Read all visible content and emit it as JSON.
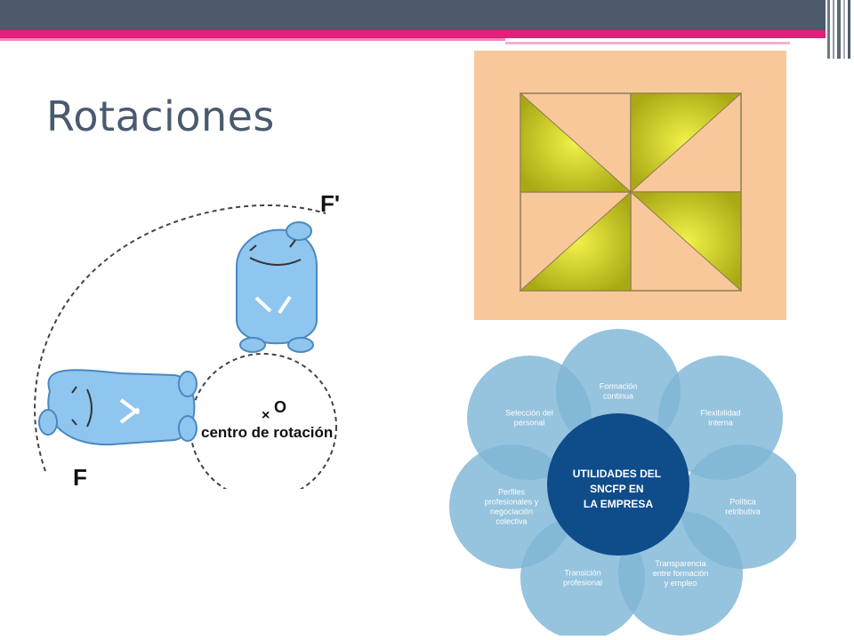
{
  "slide": {
    "title": "Rotaciones"
  },
  "rotation_figure": {
    "label_original": "F",
    "label_rotated": "F'",
    "center_mark": "×",
    "center_point": "O",
    "center_label": "centro de rotación"
  },
  "pinwheel_figure": {
    "background_color": "#f9c89a",
    "triangle_color": "#c9c91e"
  },
  "flower_diagram": {
    "center": [
      "UTILIDADES DEL",
      "SNCFP EN",
      "LA EMPRESA"
    ],
    "petals": [
      [
        "Formación",
        "continua"
      ],
      [
        "Flexibilidad",
        "interna"
      ],
      [
        "Política",
        "retributiva"
      ],
      [
        "Transparencia",
        "entre formación",
        "y empleo"
      ],
      [
        "Transición",
        "profesional"
      ],
      [
        "Perfiles",
        "profesionales y",
        "negociación",
        "colectiva"
      ],
      [
        "Selección del",
        "personal"
      ]
    ],
    "petal_color": "#7fb6d6",
    "center_color": "#0f4c8a"
  }
}
